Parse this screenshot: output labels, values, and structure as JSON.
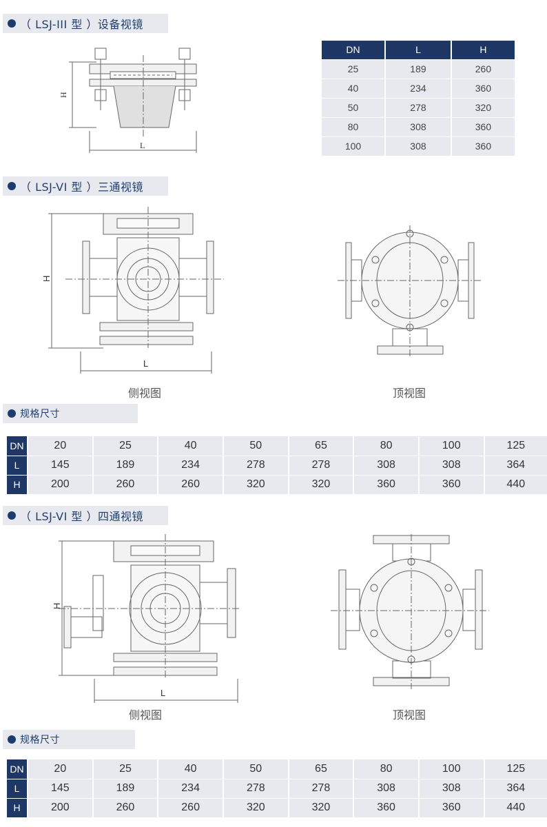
{
  "section1": {
    "title": "（ LSJ-III 型 ）设备视镜",
    "dim_H": "H",
    "dim_L": "L",
    "table": {
      "headers": [
        "DN",
        "L",
        "H"
      ],
      "rows": [
        [
          "25",
          "189",
          "260"
        ],
        [
          "40",
          "234",
          "360"
        ],
        [
          "50",
          "278",
          "320"
        ],
        [
          "80",
          "308",
          "360"
        ],
        [
          "100",
          "308",
          "360"
        ]
      ]
    }
  },
  "section2": {
    "title": "（ LSJ-VI 型 ）三通视镜",
    "dim_H": "H",
    "dim_L": "L",
    "side_caption": "侧视图",
    "top_caption": "顶视图",
    "spec_title": "规格尺寸",
    "spec": {
      "row_labels": [
        "DN",
        "L",
        "H"
      ],
      "DN": [
        "20",
        "25",
        "40",
        "50",
        "65",
        "80",
        "100",
        "125"
      ],
      "L": [
        "145",
        "189",
        "234",
        "278",
        "278",
        "308",
        "308",
        "364"
      ],
      "H": [
        "200",
        "260",
        "260",
        "320",
        "320",
        "360",
        "360",
        "440"
      ]
    }
  },
  "section3": {
    "title": "（ LSJ-VI 型 ）四通视镜",
    "dim_H": "H",
    "dim_L": "L",
    "side_caption": "侧视图",
    "top_caption": "顶视图",
    "spec_title": "规格尺寸",
    "spec": {
      "row_labels": [
        "DN",
        "L",
        "H"
      ],
      "DN": [
        "20",
        "25",
        "40",
        "50",
        "65",
        "80",
        "100",
        "125"
      ],
      "L": [
        "145",
        "189",
        "234",
        "278",
        "278",
        "308",
        "308",
        "364"
      ],
      "H": [
        "200",
        "260",
        "260",
        "320",
        "320",
        "360",
        "360",
        "440"
      ]
    }
  },
  "colors": {
    "header_navy": "#1e3764",
    "band_gray": "#e7e9ee",
    "title_blue": "#1f3e6e"
  }
}
